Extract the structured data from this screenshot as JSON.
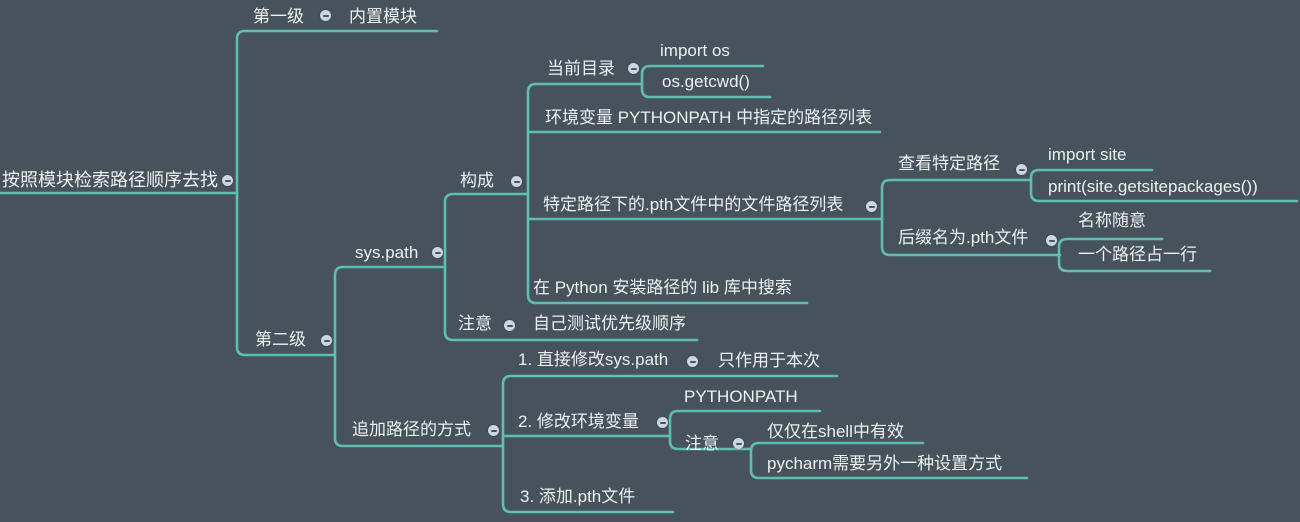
{
  "theme": {
    "background": "#48525C",
    "branch": "#5CBFB1",
    "text": "#ECF0F0",
    "icon_bg": "#CDD4E2",
    "icon_glyph": "#4A5560"
  },
  "icons": {
    "collapse": "minus-circle"
  },
  "mindmap": {
    "root": {
      "label": "按照模块检索路径顺序去找",
      "children": [
        {
          "label": "第一级",
          "children": [
            {
              "label": "内置模块"
            }
          ]
        },
        {
          "label": "第二级",
          "children": [
            {
              "label": "sys.path",
              "children": [
                {
                  "label": "构成",
                  "children": [
                    {
                      "label": "当前目录",
                      "children": [
                        {
                          "label": "import os"
                        },
                        {
                          "label": "os.getcwd()"
                        }
                      ]
                    },
                    {
                      "label": "环境变量 PYTHONPATH 中指定的路径列表"
                    },
                    {
                      "label": "特定路径下的.pth文件中的文件路径列表",
                      "children": [
                        {
                          "label": "查看特定路径",
                          "children": [
                            {
                              "label": "import site"
                            },
                            {
                              "label": "print(site.getsitepackages())"
                            }
                          ]
                        },
                        {
                          "label": "后缀名为.pth文件",
                          "children": [
                            {
                              "label": "名称随意"
                            },
                            {
                              "label": "一个路径占一行"
                            }
                          ]
                        }
                      ]
                    },
                    {
                      "label": "在 Python 安装路径的 lib 库中搜索"
                    }
                  ]
                },
                {
                  "label": "注意",
                  "children": [
                    {
                      "label": "自己测试优先级顺序"
                    }
                  ]
                }
              ]
            },
            {
              "label": "追加路径的方式",
              "children": [
                {
                  "label": "1. 直接修改sys.path",
                  "children": [
                    {
                      "label": "只作用于本次"
                    }
                  ]
                },
                {
                  "label": "2. 修改环境变量",
                  "children": [
                    {
                      "label": "PYTHONPATH"
                    },
                    {
                      "label": "注意",
                      "children": [
                        {
                          "label": "仅仅在shell中有效"
                        },
                        {
                          "label": "pycharm需要另外一种设置方式"
                        }
                      ]
                    }
                  ]
                },
                {
                  "label": "3. 添加.pth文件"
                }
              ]
            }
          ]
        }
      ]
    }
  }
}
